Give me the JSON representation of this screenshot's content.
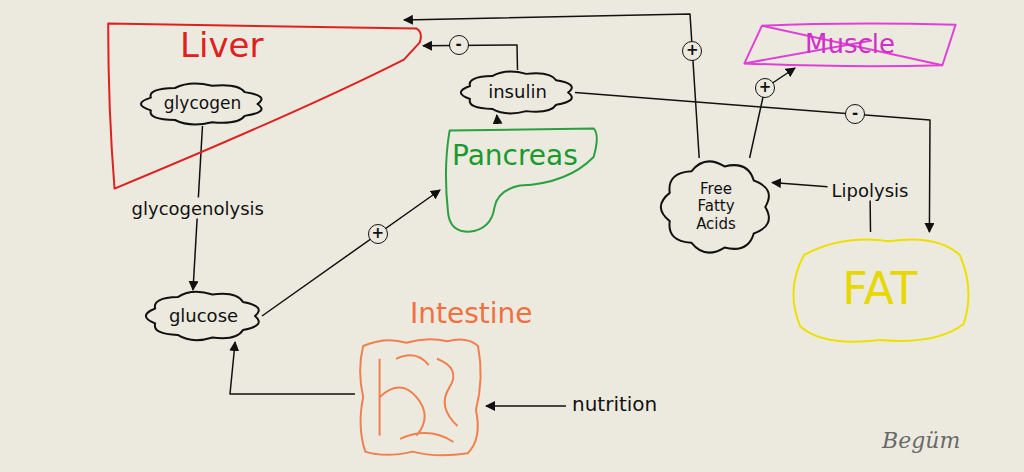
{
  "diagram": {
    "nodes": [
      {
        "text": [
          "Liver"
        ]
      },
      {
        "text": [
          "glycogen"
        ],
        "in": 0
      },
      {
        "text": [
          "insulin"
        ]
      },
      {
        "text": [
          "Pancreas"
        ]
      },
      {
        "text": [
          "Muscle"
        ]
      },
      {
        "text": [
          "glucose"
        ]
      },
      {
        "text": [
          "Free Fatty Acids"
        ]
      },
      {
        "text": [
          "FAT"
        ]
      },
      {
        "text": [
          "Intestine"
        ]
      }
    ],
    "edges": [
      {
        "from": 1,
        "to": 5,
        "arrow": "to",
        "label": "glycogenolysis"
      },
      {
        "from": 5,
        "to": 3,
        "arrow": "to",
        "label": "+"
      },
      {
        "from": 3,
        "to": 2,
        "arrow": "to"
      },
      {
        "from": 2,
        "to": 0,
        "arrow": "to",
        "label": "-"
      },
      {
        "from": 2,
        "to": 7,
        "arrow": "to",
        "label": "-"
      },
      {
        "from": 7,
        "to": 6,
        "arrow": "to",
        "label": "Lipolysis"
      },
      {
        "from": 6,
        "to": 0,
        "arrow": "to",
        "label": "+"
      },
      {
        "from": 6,
        "to": 4,
        "arrow": "to",
        "label": "+"
      },
      {
        "from": 8,
        "to": 5,
        "arrow": "to"
      }
    ],
    "labels": [
      "nutrition",
      "Begüm"
    ]
  }
}
